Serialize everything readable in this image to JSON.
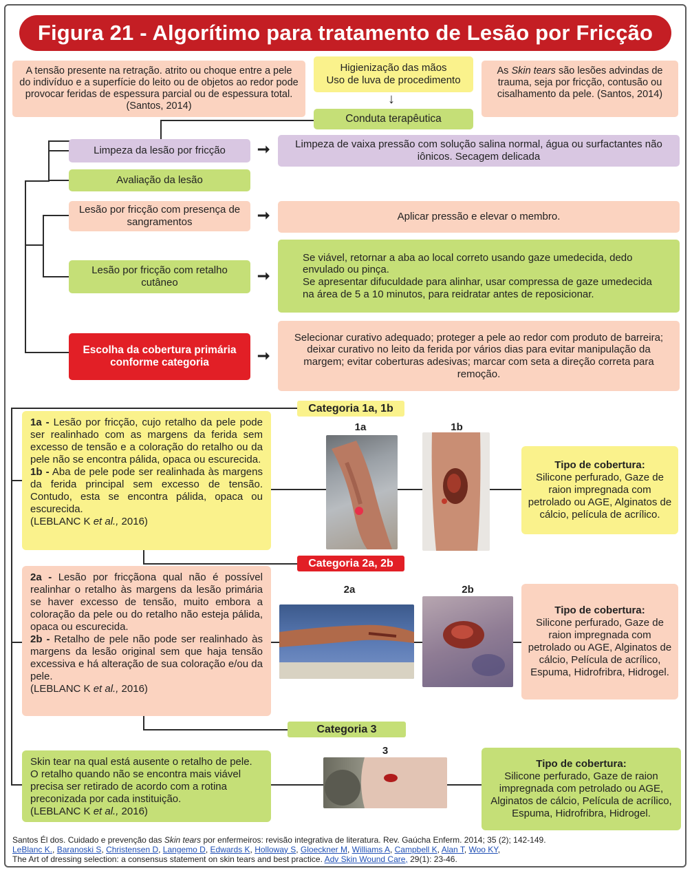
{
  "title": "Figura 21 - Algorítimo para tratamento de Lesão por Fricção",
  "top": {
    "left_note": "A tensão presente na retração. atrito ou choque entre a pele do indivíduo e a superfície do leito ou de objetos ao redor pode provocar feridas de espessura parcial ou de espessura total. (Santos, 2014)",
    "hygiene_line1": "Higienização das mãos",
    "hygiene_line2": "Uso de luva de procedimento",
    "conduct": "Conduta terapêutica",
    "right_note_pre": "As ",
    "right_note_em": "Skin tears",
    "right_note_post": " são lesões advindas de trauma, seja por fricção, contusão ou cisalhamento da pele. (Santos, 2014)"
  },
  "steps": {
    "cleaning": "Limpeza da lesão por fricção",
    "cleaning_action": "Limpeza de vaixa pressão com solução salina normal, água ou surfactantes não iônicos. Secagem delicada",
    "evaluation": "Avaliação da lesão",
    "bleeding": "Lesão por fricção com presença de sangramentos",
    "bleeding_action": "Aplicar pressão e elevar o membro.",
    "flap": "Lesão por fricção com retalho cutâneo",
    "flap_action_1": "Se viável, retornar a aba ao local correto usando gaze umedecida, dedo envulado ou pinça.",
    "flap_action_2": "Se apresentar difuculdade para alinhar, usar compressa de gaze umedecida na área de 5 a 10 minutos, para reidratar antes de reposicionar.",
    "choice": "Escolha da cobertura primária conforme categoria",
    "choice_action": "Selecionar curativo adequado; proteger a pele ao redor com produto de barreira; deixar curativo no leito da ferida por vários dias para evitar manipulação da margem; evitar coberturas adesivas; marcar com seta a direção correta para remoção."
  },
  "categories": [
    {
      "label": "Categoria 1a, 1b",
      "item1_code": "1a -",
      "item1_text": "Lesão por fricção, cujo retalho da pele pode ser realinhado com as margens da ferida sem excesso de tensão e a coloração do retalho ou da pele não se encontra pálida, opaca ou escurecida.",
      "item2_code": "1b -",
      "item2_text": "Aba de pele pode ser realinhada às margens da ferida principal sem excesso de tensão. Contudo, esta se encontra pálida, opaca ou escurecida.",
      "ref_pre": "(LEBLANC K ",
      "ref_em": "et al.,",
      "ref_post": " 2016)",
      "photo1_label": "1a",
      "photo2_label": "1b",
      "cover_title": "Tipo de cobertura:",
      "cover_text": "Silicone perfurado, Gaze de raion impregnada com petrolado ou AGE, Alginatos de cálcio, película de acrílico."
    },
    {
      "label": "Categoria 2a, 2b",
      "item1_code": "2a -",
      "item1_text": "Lesão por fricçãona qual não é possível realinhar o retalho às margens da lesão primária se haver excesso de tensão, muito embora a coloração da pele ou do retalho não esteja pálida, opaca ou escurecida.",
      "item2_code": "2b -",
      "item2_text": "Retalho de pele não pode ser realinhado às margens da lesão original sem que haja tensão excessiva e há alteração de sua coloração e/ou da pele.",
      "ref_pre": "(LEBLANC K ",
      "ref_em": "et al.,",
      "ref_post": " 2016)",
      "photo1_label": "2a",
      "photo2_label": "2b",
      "cover_title": "Tipo de cobertura:",
      "cover_text": "Silicone perfurado, Gaze de raion impregnada com petrolado ou AGE, Alginatos de cálcio, Película de acrílico, Espuma, Hidrofribra, Hidrogel."
    },
    {
      "label": "Categoria 3",
      "text": "Skin tear na qual está ausente o retalho de pele. O retalho quando não se encontra mais viável precisa ser retirado de acordo com a rotina preconizada por cada instituição.",
      "ref_pre": "(LEBLANC K ",
      "ref_em": "et al.,",
      "ref_post": " 2016)",
      "photo1_label": "3",
      "cover_title": "Tipo de cobertura:",
      "cover_text": "Silicone perfurado, Gaze de raion impregnada com petrolado ou AGE, Alginatos de cálcio, Película de acrílico, Espuma, Hidrofribra, Hidrogel."
    }
  ],
  "references": {
    "ref1_pre": "Santos Él dos. Cuidado e prevenção das ",
    "ref1_em": "Skin tears",
    "ref1_post": " por enfermeiros: revisão integrativa de literatura. Rev. Gaúcha Enferm.  2014; 35 (2); 142-149.",
    "authors": [
      "LeBlanc K.",
      "Baranoski S",
      "Christensen D",
      "Langemo D",
      "Edwards K",
      "Holloway S",
      "Gloeckner M",
      "Williams A",
      "Campbell K",
      "Alan T",
      "Woo KY"
    ],
    "ref2_pre": "The Art of dressing selection: a consensus statement on skin tears and best practice. ",
    "ref2_journal": "Adv Skin Wound Care,",
    "ref2_post": " 29(1): 23-46."
  },
  "colors": {
    "title_red": "#c41e24",
    "peach": "#fbd3c0",
    "yellow": "#faf28c",
    "green": "#c5df77",
    "lavender": "#d9c7e2",
    "alert_red": "#e21f26",
    "link_blue": "#1f4fb5"
  }
}
